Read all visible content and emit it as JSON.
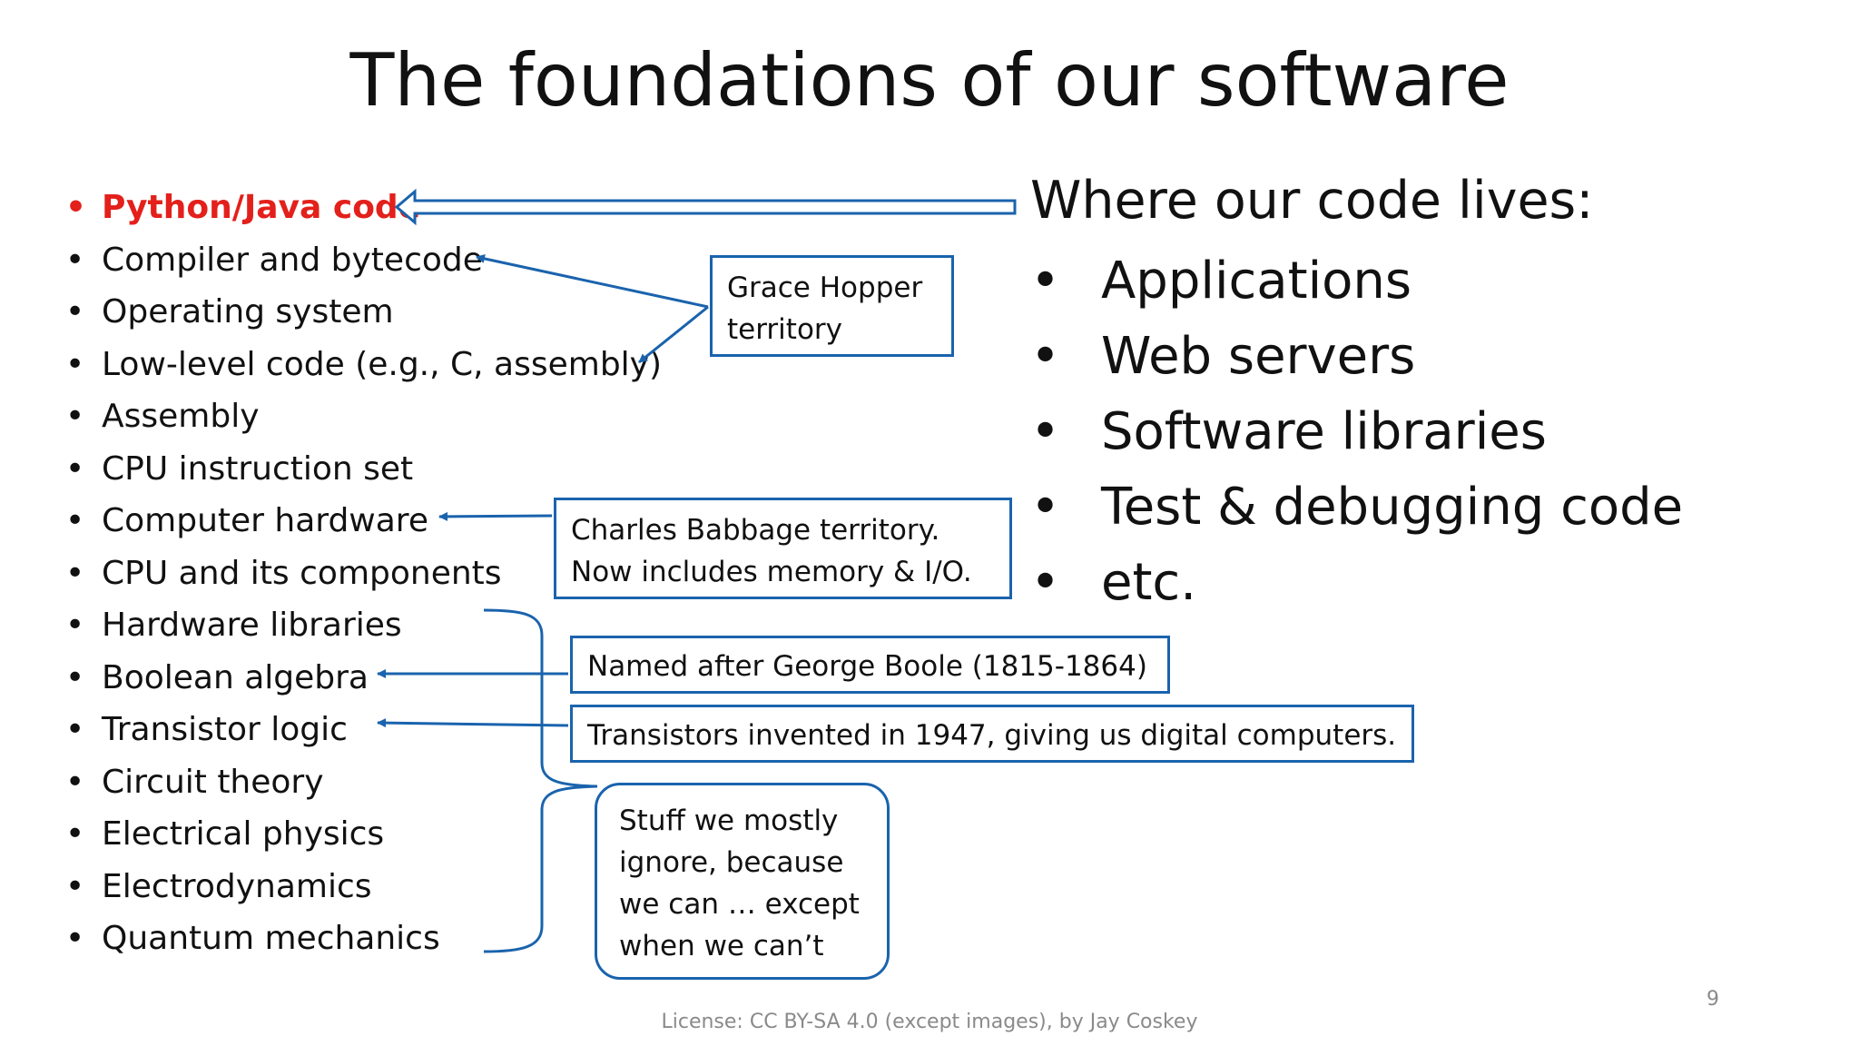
{
  "title": "The foundations of our software",
  "stack_items": [
    "Python/Java code",
    "Compiler and bytecode",
    "Operating system",
    "Low-level code (e.g., C, assembly)",
    "Assembly",
    "CPU instruction set",
    "Computer hardware",
    "CPU and its components",
    "Hardware libraries",
    "Boolean algebra",
    "Transistor logic",
    "Circuit theory",
    "Electrical physics",
    "Electrodynamics",
    "Quantum mechanics"
  ],
  "where_code_lives": {
    "heading": "Where our code lives:",
    "items": [
      "Applications",
      "Web servers",
      "Software libraries",
      "Test & debugging code",
      "etc."
    ]
  },
  "callouts": {
    "hopper": [
      "Grace Hopper",
      "territory"
    ],
    "babbage": [
      "Charles Babbage territory.",
      "Now includes memory & I/O."
    ],
    "boole": "Named after George Boole (1815-1864)",
    "transistors": "Transistors invented in 1947, giving us digital computers.",
    "ignore": [
      "Stuff we mostly",
      "ignore, because",
      "we can … except",
      "when we can’t"
    ]
  },
  "footer": "License: CC BY-SA 4.0 (except images), by Jay Coskey",
  "page_number": "9",
  "colors": {
    "highlight": "#e3201b",
    "connector": "#1a63ad",
    "text": "#111111"
  }
}
